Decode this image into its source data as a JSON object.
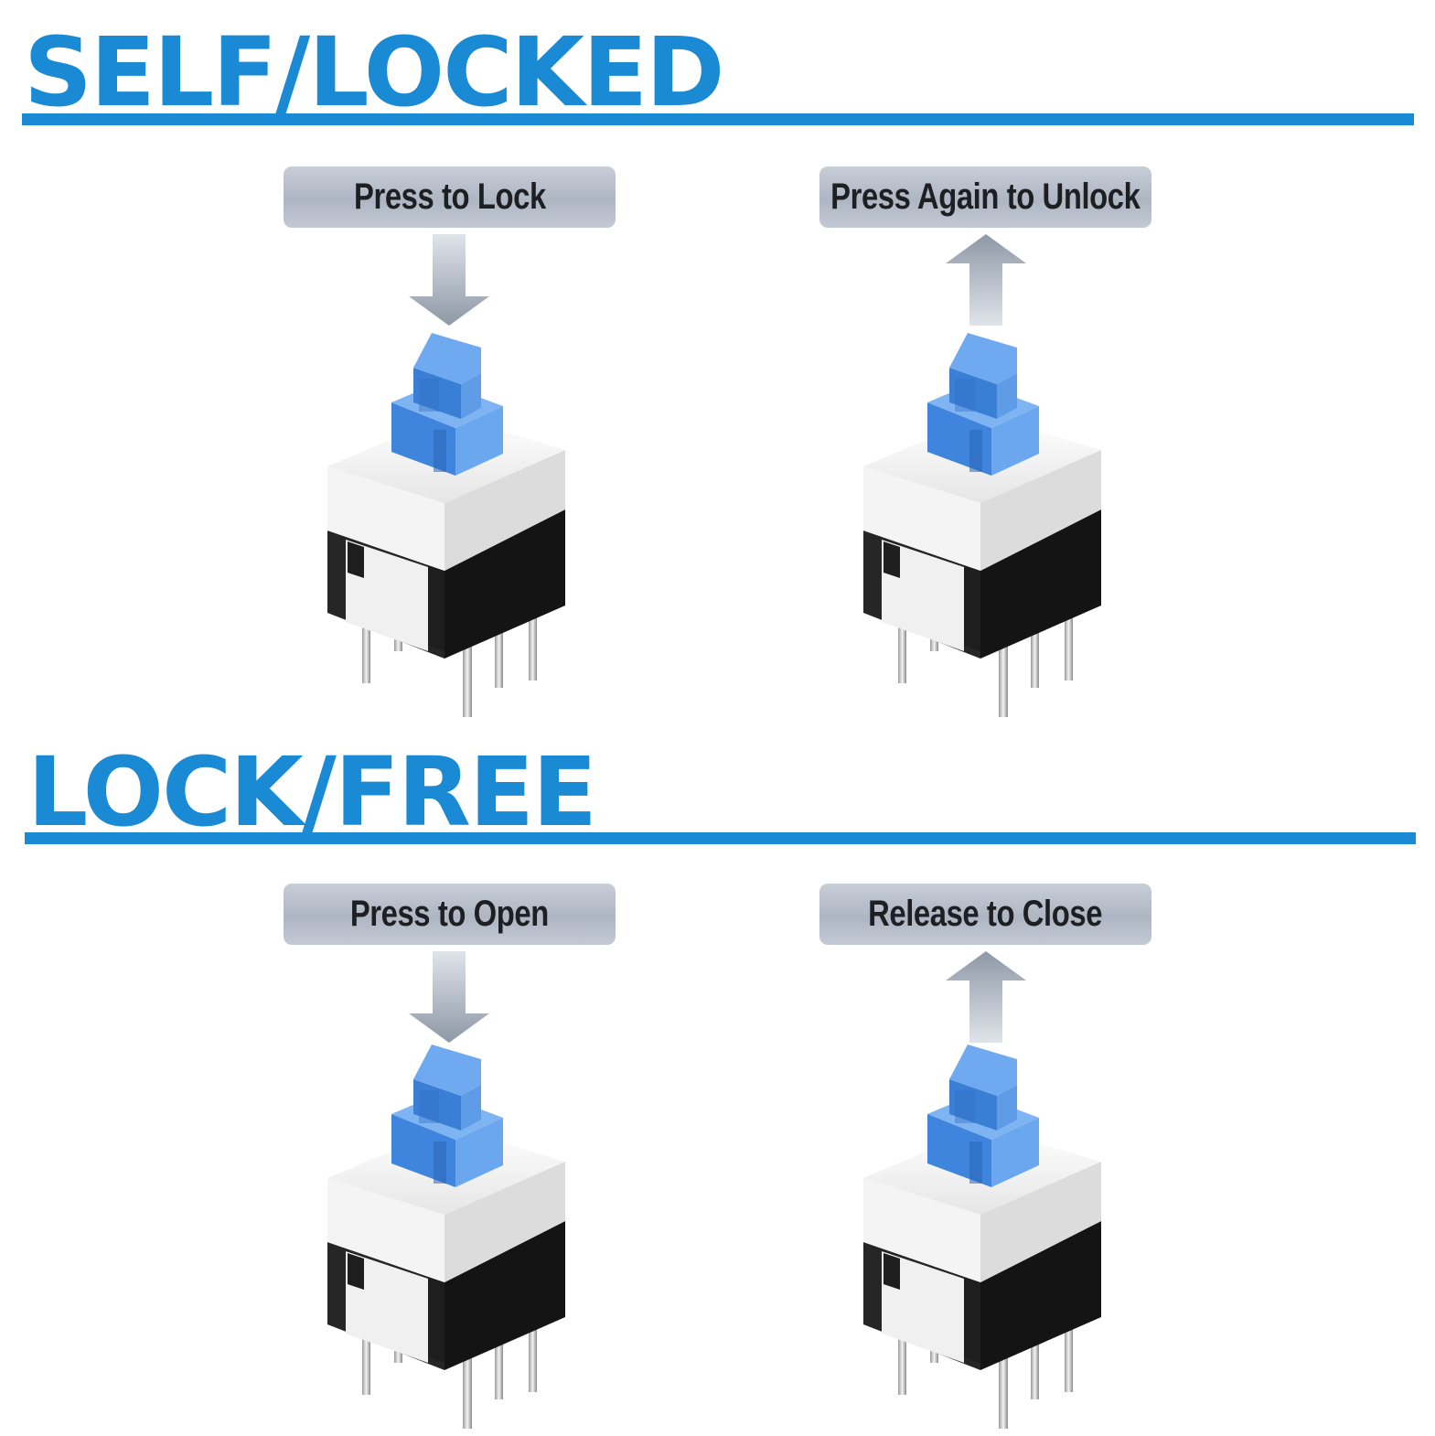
{
  "sections": [
    {
      "title": "SELF/LOCKED",
      "steps": [
        {
          "label": "Press to Lock",
          "arrow": "down"
        },
        {
          "label": "Press Again to Unlock",
          "arrow": "up"
        }
      ]
    },
    {
      "title": "LOCK/FREE",
      "steps": [
        {
          "label": "Press to Open",
          "arrow": "down"
        },
        {
          "label": "Release to Close",
          "arrow": "up"
        }
      ]
    }
  ],
  "colors": {
    "accent": "#1a8ad4",
    "label_bg": "#b7bfcb",
    "button_blue": "#4a8fe0",
    "housing_white": "#f2f2f2",
    "housing_black": "#1c1c1c"
  },
  "icons": [
    "arrow-down-icon",
    "arrow-up-icon",
    "push-button-switch-icon"
  ]
}
